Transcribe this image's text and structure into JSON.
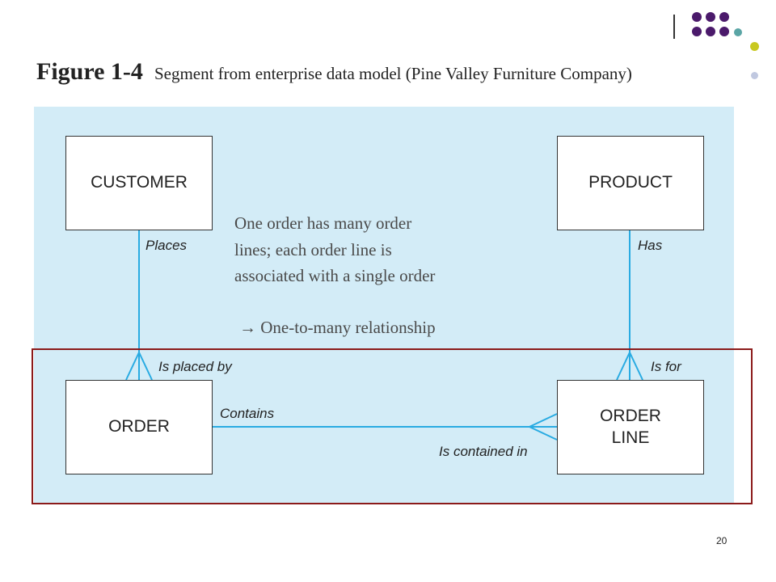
{
  "figure": {
    "number": "Figure 1-4",
    "caption": "Segment from enterprise data model (Pine Valley Furniture Company)"
  },
  "entities": {
    "customer": "CUSTOMER",
    "product": "PRODUCT",
    "order": "ORDER",
    "order_line": "ORDER LINE"
  },
  "relationships": {
    "places": "Places",
    "is_placed_by": "Is placed by",
    "has": "Has",
    "is_for": "Is for",
    "contains": "Contains",
    "is_contained_in": "Is contained in"
  },
  "note": {
    "lines": [
      "One order has many order",
      "lines; each order line is",
      "associated with a single order"
    ],
    "conclusion": "→ One-to-many relationship"
  },
  "page_number": "20",
  "colors": {
    "diagram_background": "#d3ecf7",
    "connector": "#29abe2",
    "highlight": "#8b1a1a",
    "deco_purple": "#4b1a6b",
    "deco_teal": "#5aa5a5",
    "deco_yellow": "#c8c820",
    "deco_lavender": "#c0c8e0"
  }
}
